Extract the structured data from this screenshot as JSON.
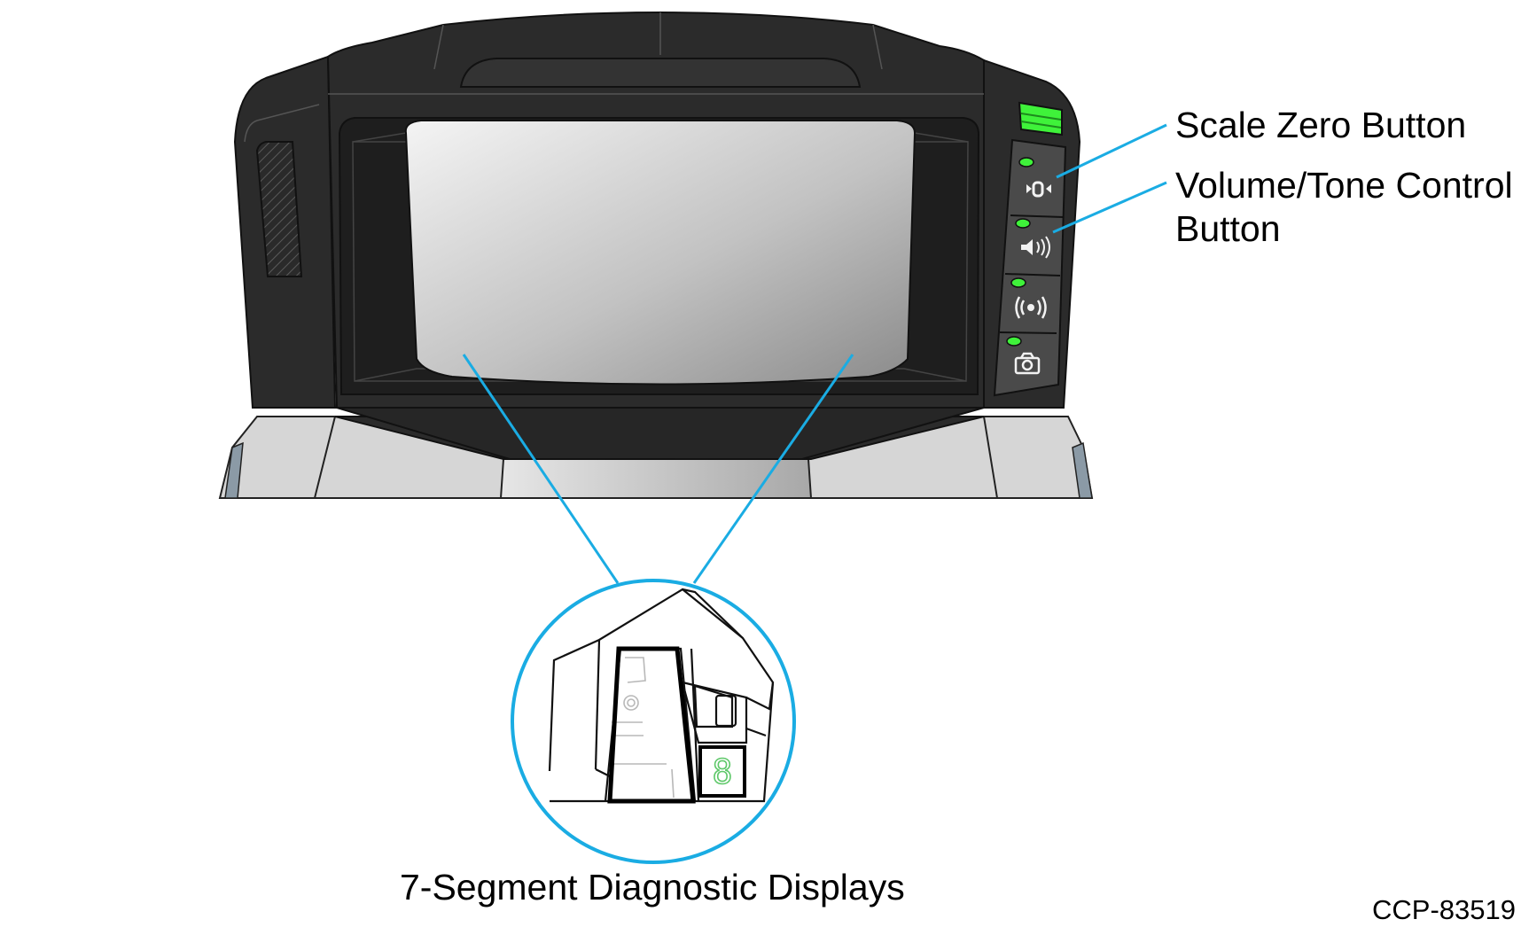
{
  "callouts": {
    "scale_zero": "Scale Zero Button",
    "volume_tone": "Volume/Tone Control Button",
    "seven_segment": "7-Segment Diagnostic Displays"
  },
  "figure_code": "CCP-83519",
  "diagnostic_digit": "8",
  "colors": {
    "callout_line": "#1aace3",
    "housing": "#2b2b2b",
    "indicator_led": "#3ff23a",
    "segment_display": "#5fc86a"
  },
  "icons": [
    "scale-zero-icon",
    "speaker-volume-icon",
    "wireless-signal-icon",
    "camera-icon"
  ]
}
